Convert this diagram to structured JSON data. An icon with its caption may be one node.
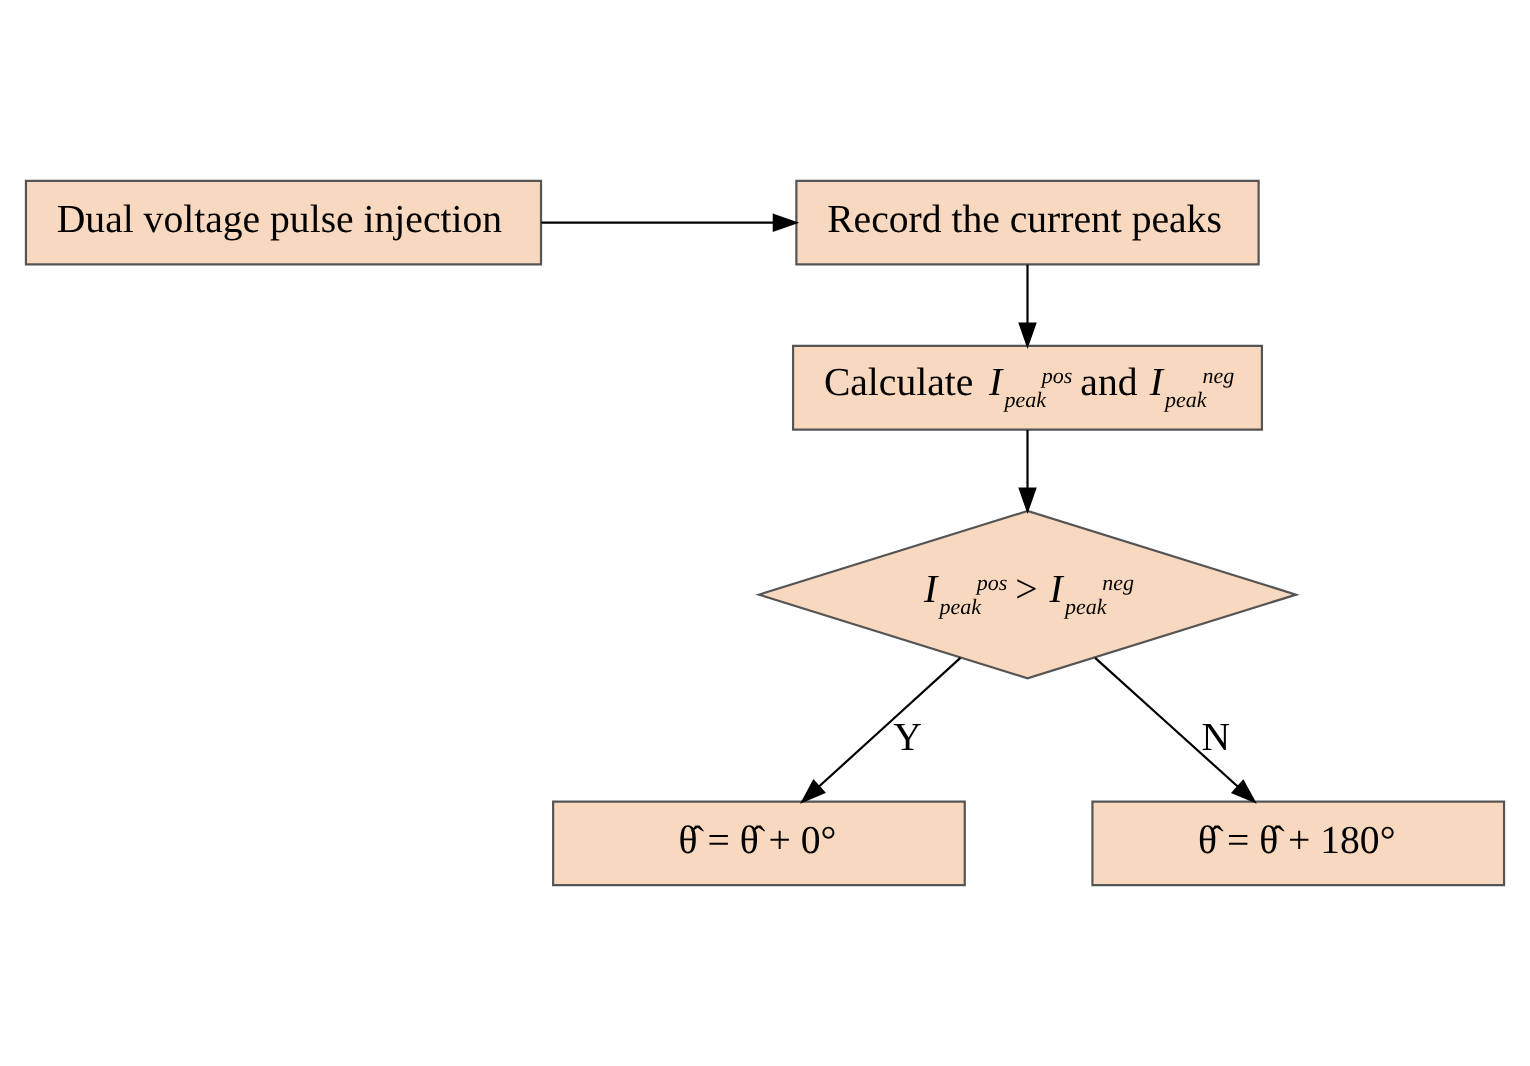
{
  "diagram": {
    "nodes": [
      {
        "text": [
          "Dual voltage pulse injection"
        ]
      },
      {
        "text": [
          "Record the current peaks"
        ]
      },
      {
        "text": [
          "Calculate *I*$_{peak}$$^{pos}$ and *I*$_{peak}$$^{neg}$"
        ]
      },
      {
        "text": [
          "*I*$_{peak}$$^{pos}$ > *I*$_{peak}$$^{neg}$"
        ]
      },
      {
        "text": [
          "θ̂ = θ̂ + 0°"
        ]
      },
      {
        "text": [
          "θ̂ = θ̂ + 180°"
        ]
      }
    ],
    "edges": [
      {
        "from": 0,
        "to": 1,
        "arrow": "to"
      },
      {
        "from": 1,
        "to": 2,
        "arrow": "to"
      },
      {
        "from": 2,
        "to": 3,
        "arrow": "to"
      },
      {
        "from": 3,
        "to": 4,
        "label": "Y",
        "arrow": "to"
      },
      {
        "from": 3,
        "to": 5,
        "label": "N",
        "arrow": "to"
      }
    ]
  }
}
